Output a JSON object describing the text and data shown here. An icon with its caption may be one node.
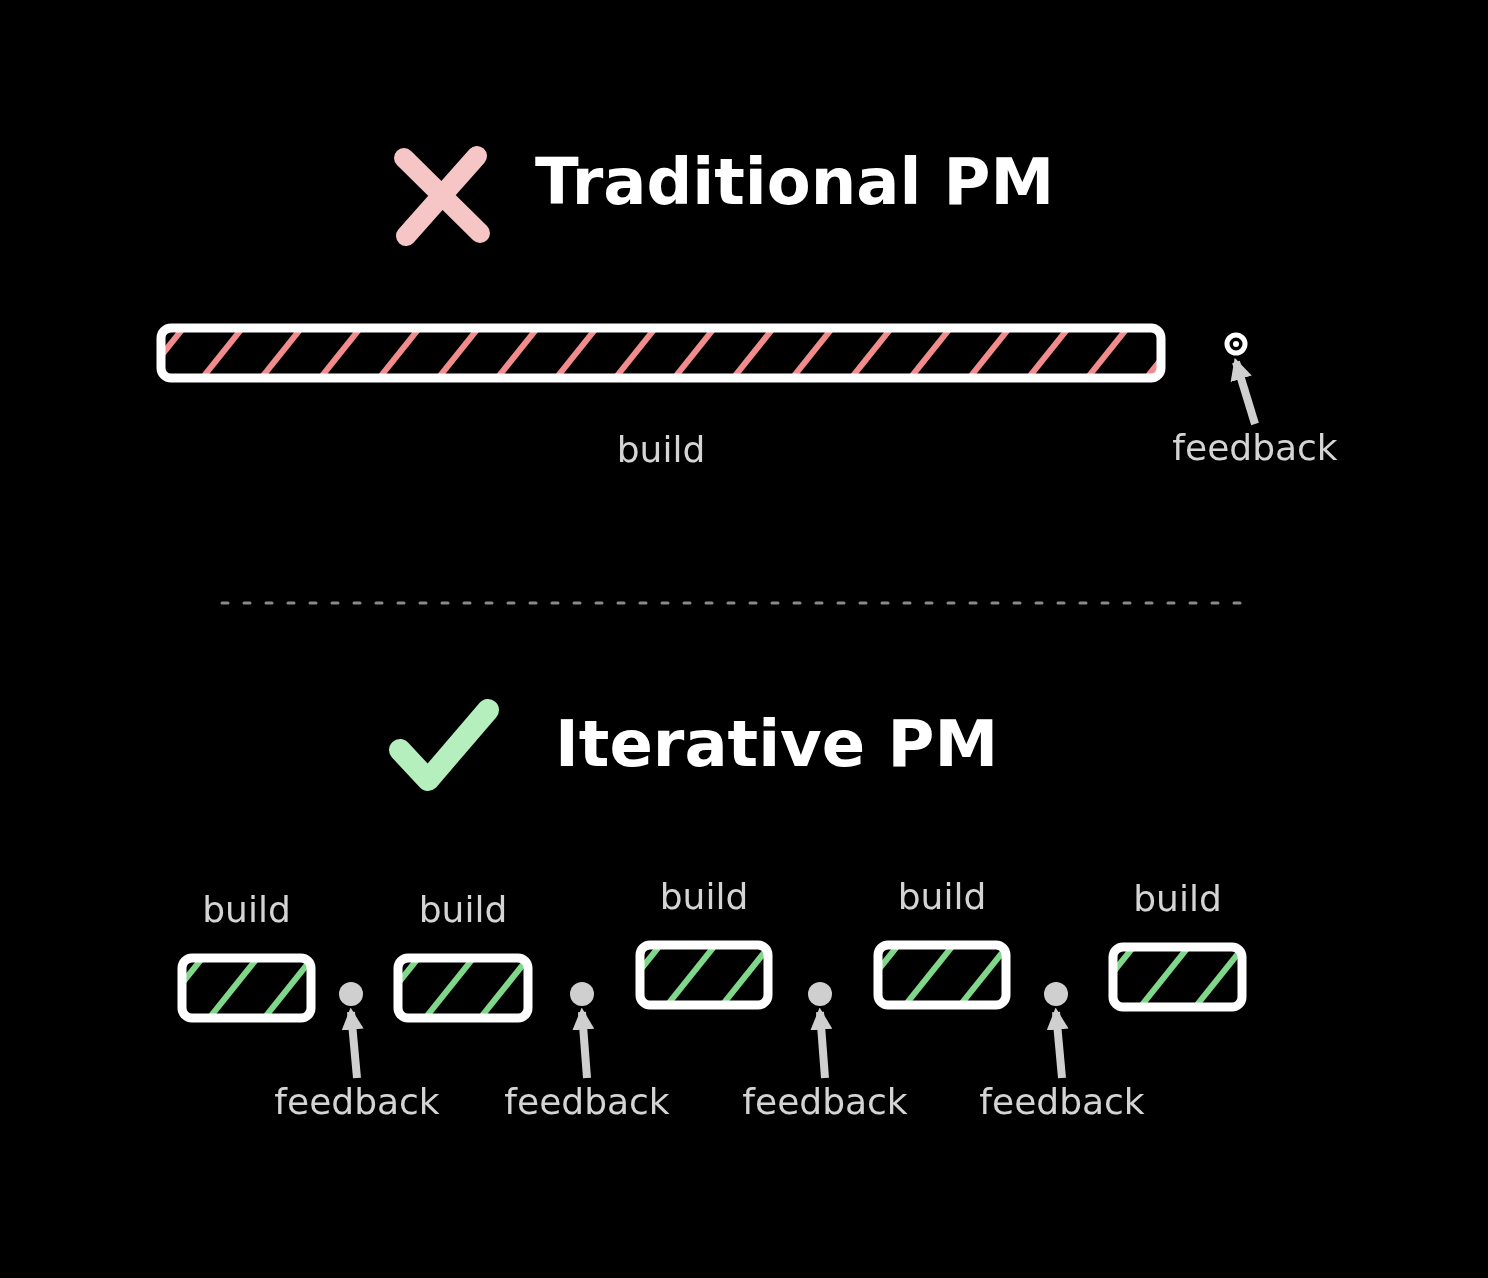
{
  "diagram": {
    "nodes": [
      {
        "text": [],
        "shape": "bar",
        "beside": [
          "build"
        ]
      },
      {
        "text": [],
        "shape": "circle"
      },
      {
        "text": [
          "feedback"
        ]
      },
      {
        "text": [],
        "shape": "bar",
        "beside": [
          "build"
        ]
      },
      {
        "text": [],
        "shape": "circle"
      },
      {
        "text": [
          "feedback"
        ]
      },
      {
        "text": [],
        "shape": "bar",
        "beside": [
          "build"
        ]
      },
      {
        "text": [],
        "shape": "circle"
      },
      {
        "text": [
          "feedback"
        ]
      },
      {
        "text": [],
        "shape": "bar",
        "beside": [
          "build"
        ]
      },
      {
        "text": [],
        "shape": "circle"
      },
      {
        "text": [
          "feedback"
        ]
      },
      {
        "text": [],
        "shape": "bar",
        "beside": [
          "build"
        ]
      },
      {
        "text": [],
        "shape": "circle"
      },
      {
        "text": [
          "feedback"
        ]
      },
      {
        "text": [],
        "shape": "bar",
        "beside": [
          "build"
        ]
      }
    ],
    "edges": [
      {
        "from": 2,
        "to": 1,
        "arrow": "to"
      },
      {
        "from": 5,
        "to": 4,
        "arrow": "to"
      },
      {
        "from": 8,
        "to": 7,
        "arrow": "to"
      },
      {
        "from": 11,
        "to": 10,
        "arrow": "to"
      },
      {
        "from": 14,
        "to": 13,
        "arrow": "to"
      }
    ],
    "labels": [
      "Traditional PM",
      "Iterative PM"
    ]
  }
}
